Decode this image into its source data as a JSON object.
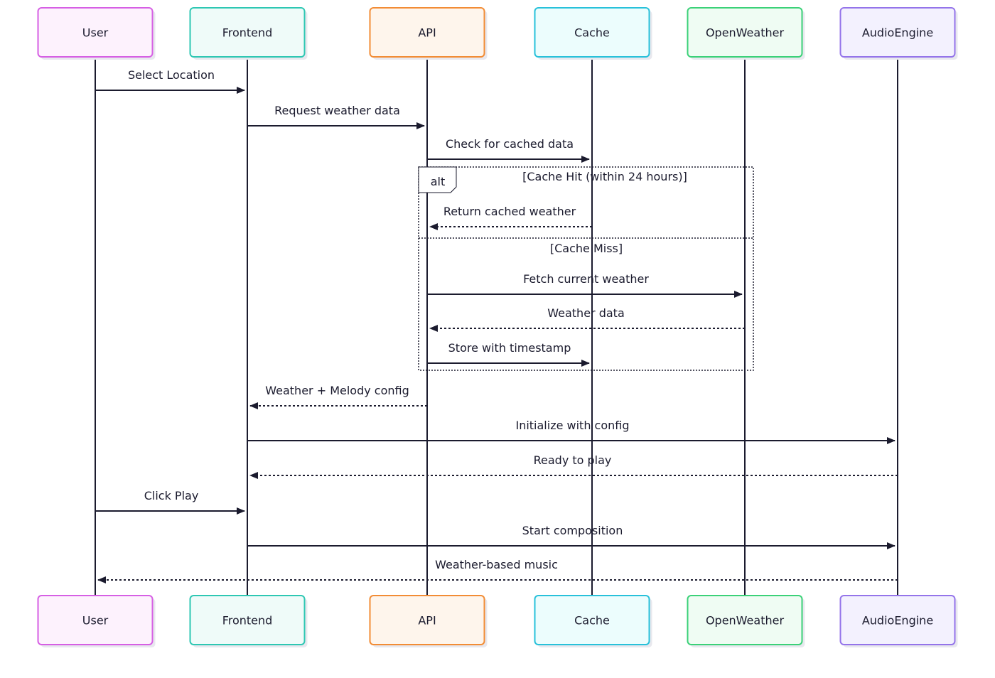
{
  "actors": [
    {
      "id": "user",
      "label": "User",
      "fill": "#fdf2fd",
      "stroke": "#d65fe4"
    },
    {
      "id": "frontend",
      "label": "Frontend",
      "fill": "#effbf9",
      "stroke": "#2ec7b3"
    },
    {
      "id": "api",
      "label": "API",
      "fill": "#fef5ec",
      "stroke": "#f28c35"
    },
    {
      "id": "cache",
      "label": "Cache",
      "fill": "#ecfdfd",
      "stroke": "#28c1da"
    },
    {
      "id": "openweather",
      "label": "OpenWeather",
      "fill": "#effcf3",
      "stroke": "#3bd178"
    },
    {
      "id": "audioengine",
      "label": "AudioEngine",
      "fill": "#f3f1fe",
      "stroke": "#9474ea"
    }
  ],
  "messages": [
    {
      "from": "user",
      "to": "frontend",
      "label": "Select Location",
      "style": "solid"
    },
    {
      "from": "frontend",
      "to": "api",
      "label": "Request weather data",
      "style": "solid"
    },
    {
      "from": "api",
      "to": "cache",
      "label": "Check for cached data",
      "style": "solid"
    },
    {
      "from": "cache",
      "to": "api",
      "label": "Return cached weather",
      "style": "dashed"
    },
    {
      "from": "api",
      "to": "openweather",
      "label": "Fetch current weather",
      "style": "solid"
    },
    {
      "from": "openweather",
      "to": "api",
      "label": "Weather data",
      "style": "dashed"
    },
    {
      "from": "api",
      "to": "cache",
      "label": "Store with timestamp",
      "style": "solid"
    },
    {
      "from": "api",
      "to": "frontend",
      "label": "Weather + Melody config",
      "style": "dashed"
    },
    {
      "from": "frontend",
      "to": "audioengine",
      "label": "Initialize with config",
      "style": "solid"
    },
    {
      "from": "audioengine",
      "to": "frontend",
      "label": "Ready to play",
      "style": "dashed"
    },
    {
      "from": "user",
      "to": "frontend",
      "label": "Click Play",
      "style": "solid"
    },
    {
      "from": "frontend",
      "to": "audioengine",
      "label": "Start composition",
      "style": "solid"
    },
    {
      "from": "audioengine",
      "to": "user",
      "label": "Weather-based music",
      "style": "dashed"
    }
  ],
  "alt_block": {
    "label": "alt",
    "sections": [
      {
        "condition": "[Cache Hit (within 24 hours)]"
      },
      {
        "condition": "[Cache Miss]"
      }
    ]
  }
}
